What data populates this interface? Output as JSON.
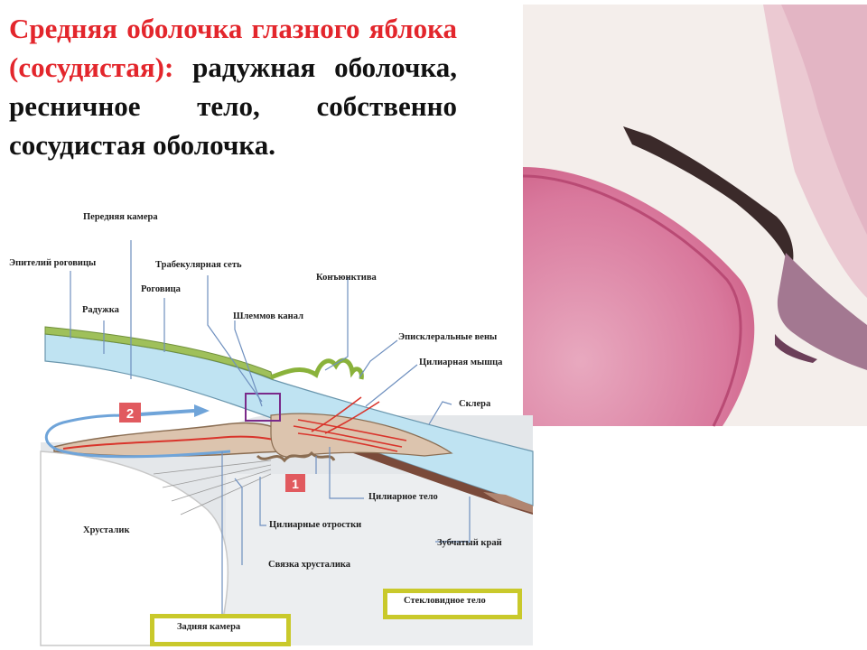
{
  "slide": {
    "title_red": "Средняя оболочка глазного яблока",
    "title_black_suffix": " (сосудистая):",
    "title_body": "радужная оболочка, ресничное тело, собственно сосудистая оболочка."
  },
  "diagram": {
    "labels": {
      "anterior_chamber": "Передняя камера",
      "corneal_epithelium": "Эпителий роговицы",
      "trabecular_meshwork": "Трабекулярная сеть",
      "conjunctiva": "Конъюнктива",
      "cornea": "Роговица",
      "iris": "Радужка",
      "schlemm_canal": "Шлеммов канал",
      "episcleral_veins": "Эписклеральные вены",
      "ciliary_muscle": "Цилиарная мышца",
      "sclera": "Склера",
      "lens": "Хрусталик",
      "ciliary_body": "Цилиарное тело",
      "ciliary_processes": "Цилиарные отростки",
      "ora_serrata": "Зубчатый край",
      "lens_ligament": "Связка хрусталика",
      "vitreous_body": "Стекловидное тело",
      "posterior_chamber": "Задняя камера",
      "marker_1": "1",
      "marker_2": "2"
    }
  },
  "colors": {
    "title_red": "#e3262c",
    "cornea_blue": "#bfe3f2",
    "conjunctiva_green": "#9fc05a",
    "vessel_red": "#d9342b",
    "arrow_red": "#e15a5f",
    "arrow_blue": "#6fa4d9",
    "box_yellow": "#c9c92b",
    "tissue_pink": "#d98aa6"
  }
}
